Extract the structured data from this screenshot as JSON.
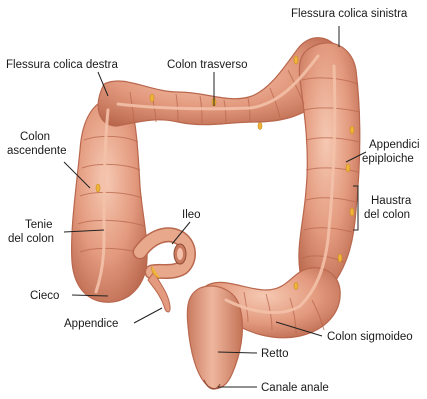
{
  "labels": {
    "flessura_sinistra": "Flessura colica sinistra",
    "flessura_destra": "Flessura colica destra",
    "colon_trasverso": "Colon trasverso",
    "colon_ascendente_1": "Colon",
    "colon_ascendente_2": "ascendente",
    "appendici_1": "Appendici",
    "appendici_2": "epiploiche",
    "haustra_1": "Haustra",
    "haustra_2": "del colon",
    "tenie_1": "Tenie",
    "tenie_2": "del colon",
    "ileo": "Ileo",
    "cieco": "Cieco",
    "appendice": "Appendice",
    "colon_sigmoideo": "Colon sigmoideo",
    "retto": "Retto",
    "canale_anale": "Canale anale"
  },
  "colors": {
    "tissue": "#e39a7e",
    "tissue_dark": "#b9674d",
    "tissue_light": "#f4c2ac",
    "tenia": "#d98a6c",
    "fat": "#f0b43a"
  }
}
